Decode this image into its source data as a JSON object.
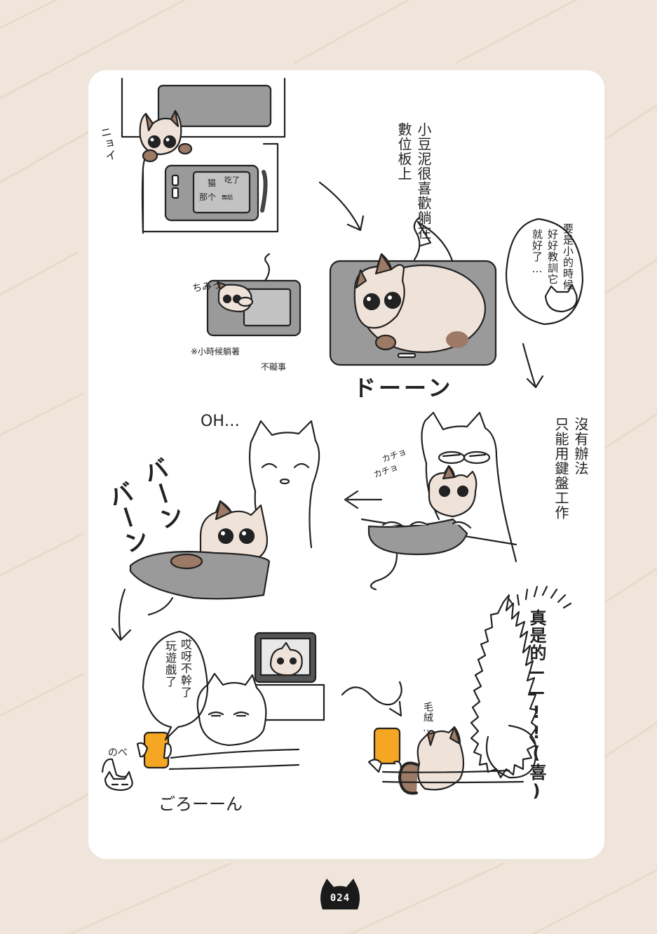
{
  "page": {
    "number": "024",
    "background_color": "#efe5da",
    "panel_color": "#ffffff",
    "ink_color": "#222222",
    "cat_fur_color": "#efe2d8",
    "cat_point_color": "#9c7a66",
    "tablet_color": "#9a9a9a",
    "phone_color": "#f5a623"
  },
  "panel1": {
    "sfx_peek": "ニョイ",
    "tablet_note_line1": "猫",
    "tablet_note_line2": "吃了",
    "tablet_note_line3": "那个",
    "tablet_note_line4": "舞蹈"
  },
  "panel2": {
    "narration": "小豆泥很喜歡躺在數位板上",
    "sfx_small": "ちみっ",
    "note_line1": "※小時候躺著",
    "note_line2": "不礙事",
    "sfx_big": "ドーーン"
  },
  "panel3": {
    "thought_line1": "要是小的時候",
    "thought_line2": "好好教訓它",
    "thought_line3": "就好了…"
  },
  "panel4": {
    "narration_line1": "沒有辦法",
    "narration_line2": "只能用鍵盤工作",
    "sfx_typing1": "カチョ",
    "sfx_typing2": "カチョ"
  },
  "panel5": {
    "exclaim": "OH…",
    "sfx_line1": "バーン",
    "sfx_line2": "バーン"
  },
  "panel6": {
    "speech_line1": "哎呀不幹了",
    "speech_line2": "玩遊戲了",
    "sfx_lie": "ごろーーん"
  },
  "panel7": {
    "shout": "真是的——!!(喜)",
    "whisper": "毛絨…"
  },
  "signature": "のべ"
}
